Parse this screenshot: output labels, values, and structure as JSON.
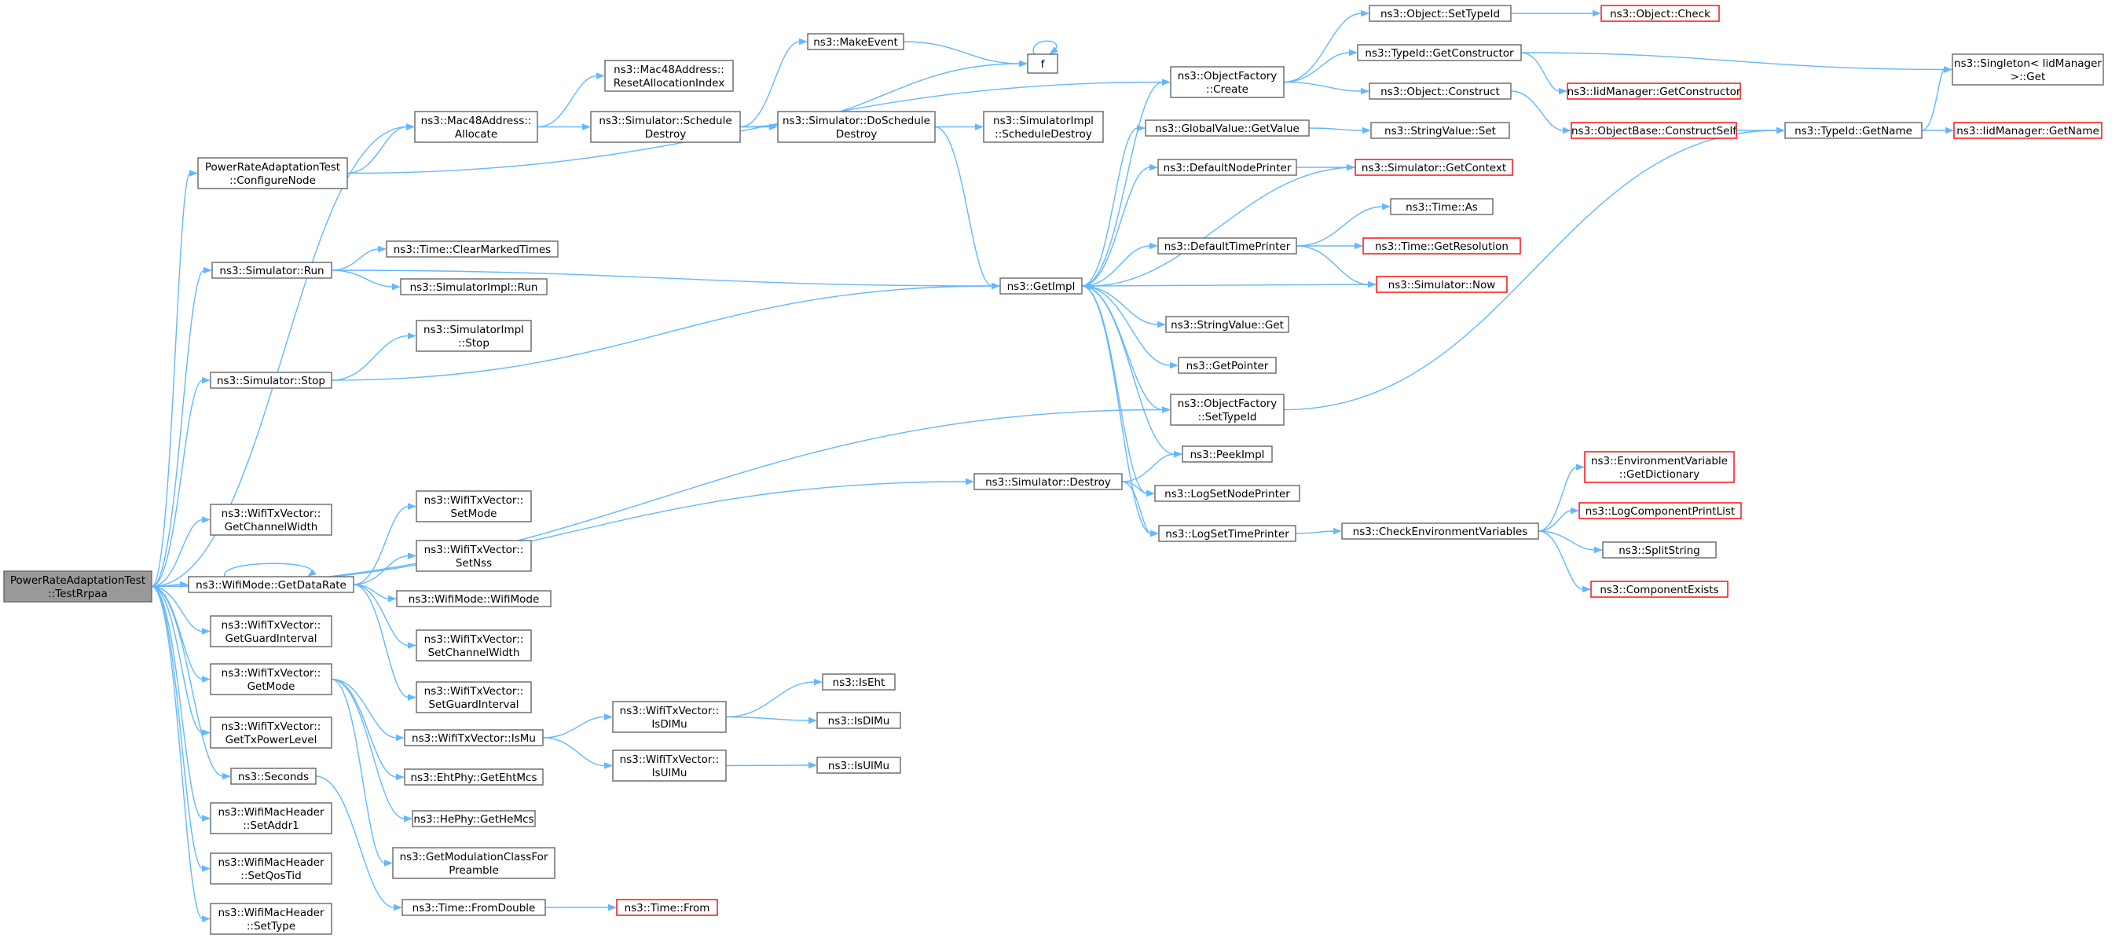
{
  "diagram": {
    "nodes": [
      {
        "id": "root",
        "lines": [
          "PowerRateAdaptationTest",
          "::TestRrpaa"
        ],
        "style": "root"
      },
      {
        "id": "configureNode",
        "lines": [
          "PowerRateAdaptationTest",
          "::ConfigureNode"
        ]
      },
      {
        "id": "simRun",
        "lines": [
          "ns3::Simulator::Run"
        ]
      },
      {
        "id": "simStop",
        "lines": [
          "ns3::Simulator::Stop"
        ]
      },
      {
        "id": "getChannelWidth",
        "lines": [
          "ns3::WifiTxVector::",
          "GetChannelWidth"
        ]
      },
      {
        "id": "getDataRate",
        "lines": [
          "ns3::WifiMode::GetDataRate"
        ]
      },
      {
        "id": "getGuardInterval",
        "lines": [
          "ns3::WifiTxVector::",
          "GetGuardInterval"
        ]
      },
      {
        "id": "getModeTx",
        "lines": [
          "ns3::WifiTxVector::",
          "GetMode"
        ]
      },
      {
        "id": "getTxPowerLevel",
        "lines": [
          "ns3::WifiTxVector::",
          "GetTxPowerLevel"
        ]
      },
      {
        "id": "seconds",
        "lines": [
          "ns3::Seconds"
        ]
      },
      {
        "id": "setAddr1",
        "lines": [
          "ns3::WifiMacHeader",
          "::SetAddr1"
        ]
      },
      {
        "id": "setQosTid",
        "lines": [
          "ns3::WifiMacHeader",
          "::SetQosTid"
        ]
      },
      {
        "id": "setType",
        "lines": [
          "ns3::WifiMacHeader",
          "::SetType"
        ]
      },
      {
        "id": "macAllocate",
        "lines": [
          "ns3::Mac48Address::",
          "Allocate"
        ]
      },
      {
        "id": "macReset",
        "lines": [
          "ns3::Mac48Address::",
          "ResetAllocationIndex"
        ]
      },
      {
        "id": "clearMarked",
        "lines": [
          "ns3::Time::ClearMarkedTimes"
        ]
      },
      {
        "id": "simImplRun",
        "lines": [
          "ns3::SimulatorImpl::Run"
        ]
      },
      {
        "id": "simImplStop",
        "lines": [
          "ns3::SimulatorImpl",
          "::Stop"
        ]
      },
      {
        "id": "setMode",
        "lines": [
          "ns3::WifiTxVector::",
          "SetMode"
        ]
      },
      {
        "id": "setNss",
        "lines": [
          "ns3::WifiTxVector::",
          "SetNss"
        ]
      },
      {
        "id": "wifiModeCtor",
        "lines": [
          "ns3::WifiMode::WifiMode"
        ]
      },
      {
        "id": "setChannelWidth",
        "lines": [
          "ns3::WifiTxVector::",
          "SetChannelWidth"
        ]
      },
      {
        "id": "setGuardInterval",
        "lines": [
          "ns3::WifiTxVector::",
          "SetGuardInterval"
        ]
      },
      {
        "id": "isMu",
        "lines": [
          "ns3::WifiTxVector::IsMu"
        ]
      },
      {
        "id": "ehtMcs",
        "lines": [
          "ns3::EhtPhy::GetEhtMcs"
        ]
      },
      {
        "id": "heMcs",
        "lines": [
          "ns3::HePhy::GetHeMcs"
        ]
      },
      {
        "id": "modClass",
        "lines": [
          "ns3::GetModulationClassFor",
          "Preamble"
        ]
      },
      {
        "id": "timeFromDouble",
        "lines": [
          "ns3::Time::FromDouble"
        ]
      },
      {
        "id": "timeFrom",
        "lines": [
          "ns3::Time::From"
        ],
        "style": "red"
      },
      {
        "id": "isDlMuTx",
        "lines": [
          "ns3::WifiTxVector::",
          "IsDlMu"
        ]
      },
      {
        "id": "isUlMuTx",
        "lines": [
          "ns3::WifiTxVector::",
          "IsUlMu"
        ]
      },
      {
        "id": "isEht",
        "lines": [
          "ns3::IsEht"
        ]
      },
      {
        "id": "isDlMu",
        "lines": [
          "ns3::IsDlMu"
        ]
      },
      {
        "id": "isUlMu",
        "lines": [
          "ns3::IsUlMu"
        ]
      },
      {
        "id": "scheduleDestroy",
        "lines": [
          "ns3::Simulator::Schedule",
          "Destroy"
        ]
      },
      {
        "id": "makeEvent",
        "lines": [
          "ns3::MakeEvent"
        ]
      },
      {
        "id": "f",
        "lines": [
          "f"
        ]
      },
      {
        "id": "doScheduleDestroy",
        "lines": [
          "ns3::Simulator::DoSchedule",
          "Destroy"
        ]
      },
      {
        "id": "implScheduleDestroy",
        "lines": [
          "ns3::SimulatorImpl",
          "::ScheduleDestroy"
        ]
      },
      {
        "id": "simDestroy",
        "lines": [
          "ns3::Simulator::Destroy"
        ]
      },
      {
        "id": "getImpl",
        "lines": [
          "ns3::GetImpl"
        ]
      },
      {
        "id": "ofCreate",
        "lines": [
          "ns3::ObjectFactory",
          "::Create"
        ]
      },
      {
        "id": "gvGetValue",
        "lines": [
          "ns3::GlobalValue::GetValue"
        ]
      },
      {
        "id": "defNodePrinter",
        "lines": [
          "ns3::DefaultNodePrinter"
        ]
      },
      {
        "id": "defTimePrinter",
        "lines": [
          "ns3::DefaultTimePrinter"
        ]
      },
      {
        "id": "svGet",
        "lines": [
          "ns3::StringValue::Get"
        ]
      },
      {
        "id": "getPointer",
        "lines": [
          "ns3::GetPointer"
        ]
      },
      {
        "id": "ofSetTypeId",
        "lines": [
          "ns3::ObjectFactory",
          "::SetTypeId"
        ]
      },
      {
        "id": "peekImpl",
        "lines": [
          "ns3::PeekImpl"
        ]
      },
      {
        "id": "logSetNodePrinter",
        "lines": [
          "ns3::LogSetNodePrinter"
        ]
      },
      {
        "id": "logSetTimePrinter",
        "lines": [
          "ns3::LogSetTimePrinter"
        ]
      },
      {
        "id": "objSetTypeId",
        "lines": [
          "ns3::Object::SetTypeId"
        ]
      },
      {
        "id": "objCheck",
        "lines": [
          "ns3::Object::Check"
        ],
        "style": "red"
      },
      {
        "id": "tidGetConstructor",
        "lines": [
          "ns3::TypeId::GetConstructor"
        ]
      },
      {
        "id": "iidGetConstructor",
        "lines": [
          "ns3::IidManager::GetConstructor"
        ],
        "style": "red"
      },
      {
        "id": "objConstruct",
        "lines": [
          "ns3::Object::Construct"
        ]
      },
      {
        "id": "objBaseConstructSelf",
        "lines": [
          "ns3::ObjectBase::ConstructSelf"
        ],
        "style": "red"
      },
      {
        "id": "svSet",
        "lines": [
          "ns3::StringValue::Set"
        ]
      },
      {
        "id": "simGetContext",
        "lines": [
          "ns3::Simulator::GetContext"
        ],
        "style": "red"
      },
      {
        "id": "timeAs",
        "lines": [
          "ns3::Time::As"
        ]
      },
      {
        "id": "timeGetRes",
        "lines": [
          "ns3::Time::GetResolution"
        ],
        "style": "red"
      },
      {
        "id": "simNow",
        "lines": [
          "ns3::Simulator::Now"
        ],
        "style": "red"
      },
      {
        "id": "tidGetName",
        "lines": [
          "ns3::TypeId::GetName"
        ]
      },
      {
        "id": "singletonGet",
        "lines": [
          "ns3::Singleton< IidManager",
          ">::Get"
        ]
      },
      {
        "id": "iidGetName",
        "lines": [
          "ns3::IidManager::GetName"
        ],
        "style": "red"
      },
      {
        "id": "checkEnv",
        "lines": [
          "ns3::CheckEnvironmentVariables"
        ]
      },
      {
        "id": "envGetDict",
        "lines": [
          "ns3::EnvironmentVariable",
          "::GetDictionary"
        ],
        "style": "red"
      },
      {
        "id": "logCompPrint",
        "lines": [
          "ns3::LogComponentPrintList"
        ],
        "style": "red"
      },
      {
        "id": "splitString",
        "lines": [
          "ns3::SplitString"
        ]
      },
      {
        "id": "compExists",
        "lines": [
          "ns3::ComponentExists"
        ],
        "style": "red"
      }
    ],
    "edges": [
      [
        "root",
        "configureNode"
      ],
      [
        "root",
        "simRun"
      ],
      [
        "root",
        "simStop"
      ],
      [
        "root",
        "getChannelWidth"
      ],
      [
        "root",
        "getDataRate"
      ],
      [
        "root",
        "getGuardInterval"
      ],
      [
        "root",
        "getModeTx"
      ],
      [
        "root",
        "getTxPowerLevel"
      ],
      [
        "root",
        "seconds"
      ],
      [
        "root",
        "setAddr1"
      ],
      [
        "root",
        "setQosTid"
      ],
      [
        "root",
        "setType"
      ],
      [
        "root",
        "macAllocate"
      ],
      [
        "root",
        "ofSetTypeId"
      ],
      [
        "root",
        "simDestroy"
      ],
      [
        "configureNode",
        "macAllocate"
      ],
      [
        "configureNode",
        "ofCreate"
      ],
      [
        "macAllocate",
        "macReset"
      ],
      [
        "macAllocate",
        "scheduleDestroy"
      ],
      [
        "scheduleDestroy",
        "makeEvent"
      ],
      [
        "scheduleDestroy",
        "f"
      ],
      [
        "scheduleDestroy",
        "doScheduleDestroy"
      ],
      [
        "makeEvent",
        "f"
      ],
      [
        "f",
        "f"
      ],
      [
        "doScheduleDestroy",
        "implScheduleDestroy"
      ],
      [
        "doScheduleDestroy",
        "getImpl"
      ],
      [
        "simRun",
        "clearMarked"
      ],
      [
        "simRun",
        "simImplRun"
      ],
      [
        "simRun",
        "getImpl"
      ],
      [
        "simStop",
        "simImplStop"
      ],
      [
        "simStop",
        "getImpl"
      ],
      [
        "simDestroy",
        "peekImpl"
      ],
      [
        "simDestroy",
        "logSetNodePrinter"
      ],
      [
        "simDestroy",
        "logSetTimePrinter"
      ],
      [
        "getDataRate",
        "getDataRate"
      ],
      [
        "getDataRate",
        "setMode"
      ],
      [
        "getDataRate",
        "setNss"
      ],
      [
        "getDataRate",
        "wifiModeCtor"
      ],
      [
        "getDataRate",
        "setChannelWidth"
      ],
      [
        "getDataRate",
        "setGuardInterval"
      ],
      [
        "getModeTx",
        "isMu"
      ],
      [
        "getModeTx",
        "ehtMcs"
      ],
      [
        "getModeTx",
        "heMcs"
      ],
      [
        "getModeTx",
        "modClass"
      ],
      [
        "isMu",
        "isDlMuTx"
      ],
      [
        "isMu",
        "isUlMuTx"
      ],
      [
        "isDlMuTx",
        "isEht"
      ],
      [
        "isDlMuTx",
        "isDlMu"
      ],
      [
        "isUlMuTx",
        "isUlMu"
      ],
      [
        "seconds",
        "timeFromDouble"
      ],
      [
        "timeFromDouble",
        "timeFrom"
      ],
      [
        "getImpl",
        "ofCreate"
      ],
      [
        "getImpl",
        "gvGetValue"
      ],
      [
        "getImpl",
        "defNodePrinter"
      ],
      [
        "getImpl",
        "defTimePrinter"
      ],
      [
        "getImpl",
        "svGet"
      ],
      [
        "getImpl",
        "getPointer"
      ],
      [
        "getImpl",
        "ofSetTypeId"
      ],
      [
        "getImpl",
        "peekImpl"
      ],
      [
        "getImpl",
        "logSetNodePrinter"
      ],
      [
        "getImpl",
        "logSetTimePrinter"
      ],
      [
        "ofCreate",
        "objSetTypeId"
      ],
      [
        "ofCreate",
        "tidGetConstructor"
      ],
      [
        "ofCreate",
        "objConstruct"
      ],
      [
        "objSetTypeId",
        "objCheck"
      ],
      [
        "tidGetConstructor",
        "iidGetConstructor"
      ],
      [
        "tidGetConstructor",
        "singletonGet"
      ],
      [
        "objConstruct",
        "objBaseConstructSelf"
      ],
      [
        "objBaseConstructSelf",
        "tidGetName"
      ],
      [
        "tidGetName",
        "singletonGet"
      ],
      [
        "tidGetName",
        "iidGetName"
      ],
      [
        "gvGetValue",
        "svSet"
      ],
      [
        "defNodePrinter",
        "simGetContext"
      ],
      [
        "simGetContext",
        "getImpl"
      ],
      [
        "defTimePrinter",
        "timeAs"
      ],
      [
        "defTimePrinter",
        "timeGetRes"
      ],
      [
        "defTimePrinter",
        "simNow"
      ],
      [
        "simNow",
        "getImpl"
      ],
      [
        "ofSetTypeId",
        "tidGetName"
      ],
      [
        "logSetTimePrinter",
        "checkEnv"
      ],
      [
        "checkEnv",
        "envGetDict"
      ],
      [
        "checkEnv",
        "logCompPrint"
      ],
      [
        "checkEnv",
        "splitString"
      ],
      [
        "checkEnv",
        "compExists"
      ]
    ],
    "colors": {
      "edge": "#63b8ff",
      "node_border": "#666666",
      "red_border": "#ff0000",
      "root_fill": "#999999",
      "node_fill": "#ffffff"
    }
  }
}
